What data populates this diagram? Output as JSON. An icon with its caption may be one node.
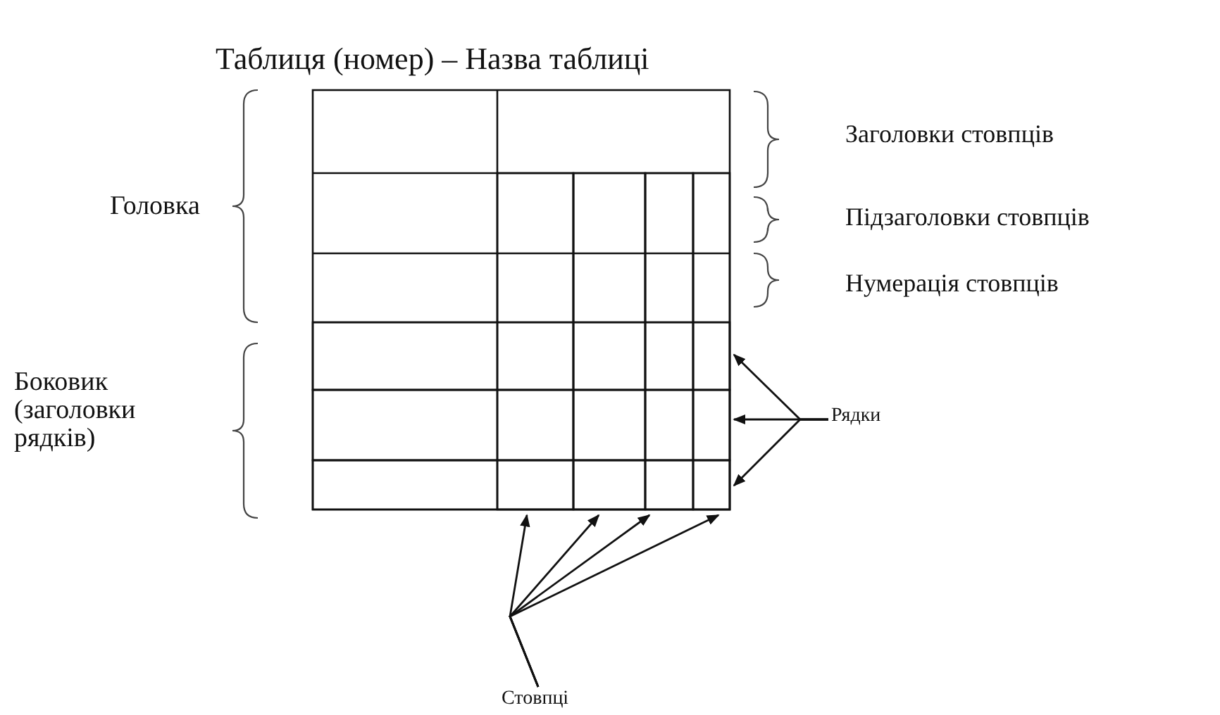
{
  "diagram": {
    "title": "Таблиця (номер) – Назва таблиці",
    "nodes": [
      {
        "text": [
          "Рядки"
        ]
      },
      {
        "text": [],
        "shape": "box"
      },
      {
        "text": [],
        "shape": "box"
      },
      {
        "text": [],
        "shape": "box"
      },
      {
        "text": [
          "Стовпці"
        ]
      },
      {
        "text": [],
        "shape": "box"
      },
      {
        "text": [],
        "shape": "box"
      },
      {
        "text": [],
        "shape": "box"
      },
      {
        "text": [],
        "shape": "box"
      }
    ],
    "edges": [
      {
        "from": 0,
        "to": 1,
        "arrow": "to"
      },
      {
        "from": 0,
        "to": 2,
        "arrow": "to"
      },
      {
        "from": 0,
        "to": 3,
        "arrow": "to"
      },
      {
        "from": 4,
        "to": 5,
        "arrow": "to"
      },
      {
        "from": 4,
        "to": 6,
        "arrow": "to"
      },
      {
        "from": 4,
        "to": 7,
        "arrow": "to"
      },
      {
        "from": 4,
        "to": 8,
        "arrow": "to"
      }
    ],
    "labels": [
      "Головка",
      "Заголовки стовпців",
      "Підзаголовки стовпців",
      "Нумерація стовпців",
      "Боковик (заголовки рядків)"
    ]
  }
}
